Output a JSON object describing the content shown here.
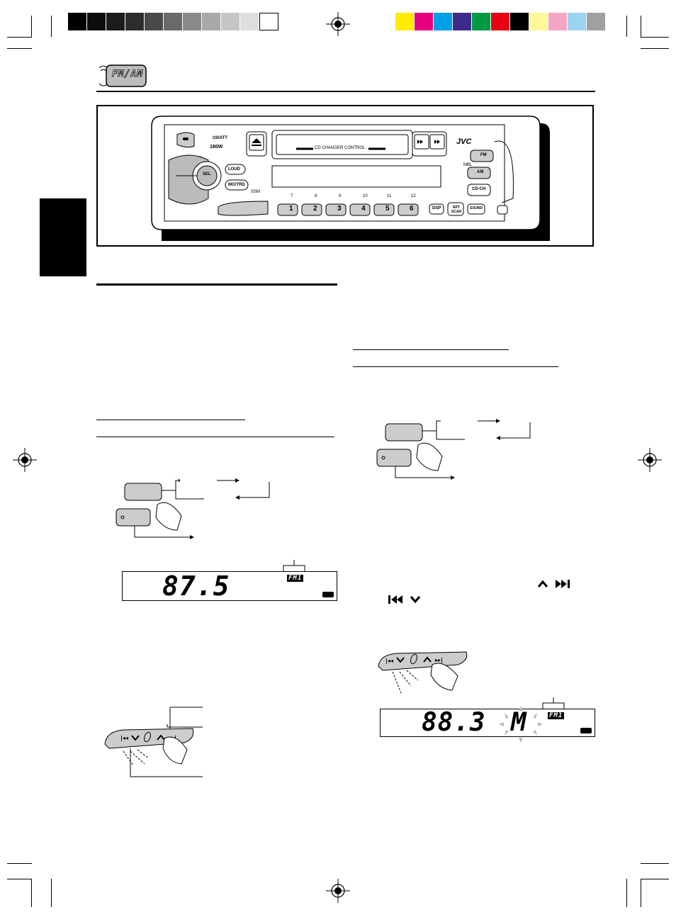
{
  "header": {
    "badge_text": "FM/AM"
  },
  "color_bar": {
    "grays": [
      "#000000",
      "#0d0d0d",
      "#1c1c1c",
      "#2c2c2c",
      "#4a4a4a",
      "#6a6a6a",
      "#8a8a8a",
      "#a8a8a8",
      "#c5c5c5",
      "#dedede",
      "#ffffff"
    ],
    "colors": [
      "#ffec00",
      "#e4007f",
      "#00a0e9",
      "#3e2a8a",
      "#009944",
      "#e60012",
      "#000000",
      "#fff799",
      "#f5a6c4",
      "#9bd3f1",
      "#a0a0a0"
    ]
  },
  "faceplate": {
    "brand": "JVC",
    "power_label": "⏻/I/ATT",
    "wattage": "160W",
    "cd_changer_label": "CD CHANGER CONTROL",
    "loud_label": "LOUD",
    "sel_label": "SEL",
    "mo_trd_label": "MO/TRD",
    "ssm_label": "SSM",
    "fm_button": "FM",
    "am_button": "AM",
    "cdch_button": "CD-CH",
    "mbl_label": "MBL",
    "upper_numbers": [
      "7",
      "8",
      "9",
      "10",
      "11",
      "12"
    ],
    "preset_buttons": [
      "1",
      "2",
      "3",
      "4",
      "5",
      "6"
    ],
    "dsp_label": "DSP",
    "rpt_scan_label": "RPT SCAN",
    "sound_label": "SOUND"
  },
  "displays": {
    "left_freq": "87.5",
    "left_band": "FM1",
    "right_freq": "88.3",
    "right_mode": "M",
    "right_band": "FM1"
  }
}
